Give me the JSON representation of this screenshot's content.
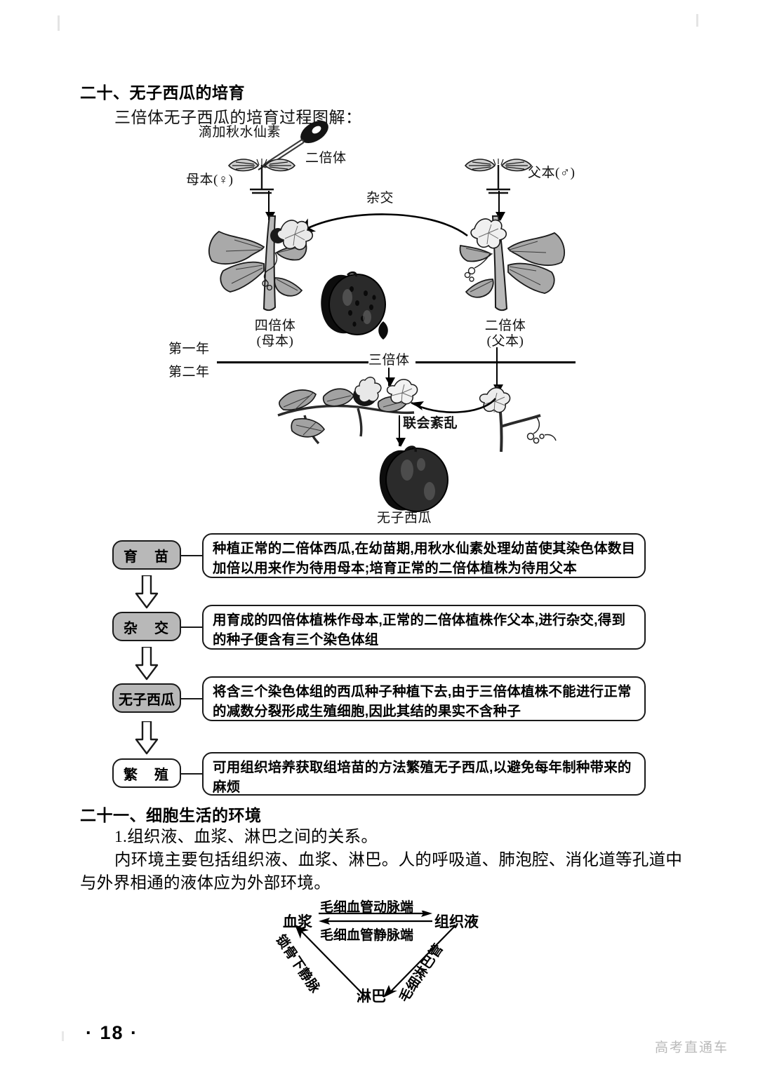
{
  "page": {
    "number": "· 18 ·",
    "watermark": "高考直通车"
  },
  "section_20": {
    "heading": "二十、无子西瓜的培育",
    "subtitle": "三倍体无子西瓜的培育过程图解：",
    "diagram": {
      "colchicine_label": "滴加秋水仙素",
      "diploid_top": "二倍体",
      "mother_plant": "母本(♀)",
      "father_plant": "父本(♂)",
      "cross_label": "杂交",
      "tetraploid_mother_line1": "四倍体",
      "tetraploid_mother_line2": "(母本)",
      "diploid_father_line1": "二倍体",
      "diploid_father_line2": "(父本)",
      "year_one": "第一年",
      "year_two": "第二年",
      "triploid_label": "三倍体",
      "meiosis_disorder": "联会紊乱",
      "seedless_watermelon": "无子西瓜"
    },
    "flowchart": [
      {
        "stage": "育　苗",
        "filled": true,
        "text": "种植正常的二倍体西瓜,在幼苗期,用秋水仙素处理幼苗使其染色体数目加倍以用来作为待用母本;培育正常的二倍体植株为待用父本"
      },
      {
        "stage": "杂　交",
        "filled": true,
        "text": "用育成的四倍体植株作母本,正常的二倍体植株作父本,进行杂交,得到的种子便含有三个染色体组"
      },
      {
        "stage": "无子西瓜",
        "filled": true,
        "text": "将含三个染色体组的西瓜种子种植下去,由于三倍体植株不能进行正常的减数分裂形成生殖细胞,因此其结的果实不含种子"
      },
      {
        "stage": "繁　殖",
        "filled": false,
        "text": "可用组织培养获取组培苗的方法繁殖无子西瓜,以避免每年制种带来的麻烦"
      }
    ]
  },
  "section_21": {
    "heading": "二十一、细胞生活的环境",
    "item_1": "1.组织液、血浆、淋巴之间的关系。",
    "paragraph_line_1": "内环境主要包括组织液、血浆、淋巴。人的呼吸道、肺泡腔、消化道等孔道中",
    "paragraph_line_2": "与外界相通的液体应为外部环境。",
    "triangle_diagram": {
      "node_plasma": "血浆",
      "node_tissue_fluid": "组织液",
      "node_lymph": "淋巴",
      "edge_arterial": "毛细血管动脉端",
      "edge_venous": "毛细血管静脉端",
      "edge_lymph_capillary": "毛细淋巴管",
      "edge_subclavian_vein": "锁骨下静脉"
    }
  }
}
